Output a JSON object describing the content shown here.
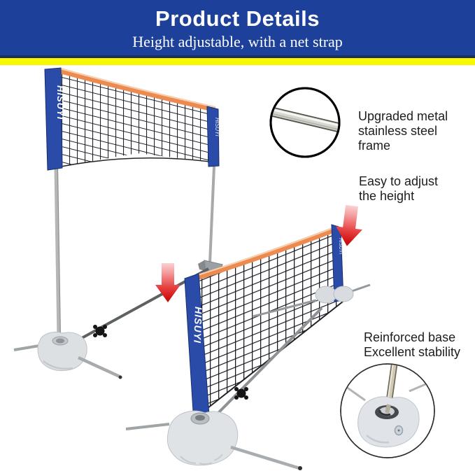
{
  "header": {
    "title": "Product Details",
    "subtitle": "Height adjustable, with a net strap"
  },
  "product": {
    "brand_label": "HISUYI"
  },
  "annotations": {
    "frame": {
      "lines": [
        "Upgraded metal",
        "stainless steel",
        "frame"
      ]
    },
    "height": {
      "lines": [
        "Easy to adjust",
        "the height"
      ]
    },
    "base": {
      "lines": [
        "Reinforced base",
        "Excellent stability"
      ]
    }
  },
  "colors": {
    "header_background": "#1d409a",
    "header_divider": "#1d2f5c",
    "accent_stripe_yellow": "#f8f800",
    "heading_text": "#ffffff",
    "annotation_text": "#1c1c1c",
    "net_band_blue": "#2b4ba8",
    "net_strap_orange": "#ec8a50",
    "net_mesh": "#1c1c29",
    "arrow_red": "#d41717",
    "pole_gray": "#b6b6b6",
    "base_gray": "#dfe3e6"
  }
}
